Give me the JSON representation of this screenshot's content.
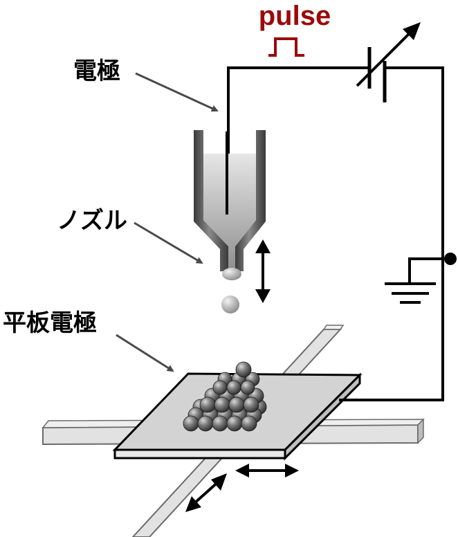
{
  "labels": {
    "pulse": "pulse",
    "electrode": "電極",
    "nozzle": "ノズル",
    "flat_plate_electrode": "平板電極"
  },
  "colors": {
    "pulse": "#9b0a0a",
    "wire": "#000000",
    "nozzle_dark": "#5a5a5a",
    "plate": "#d3d3d3",
    "sphere": "#3c3c3c"
  }
}
